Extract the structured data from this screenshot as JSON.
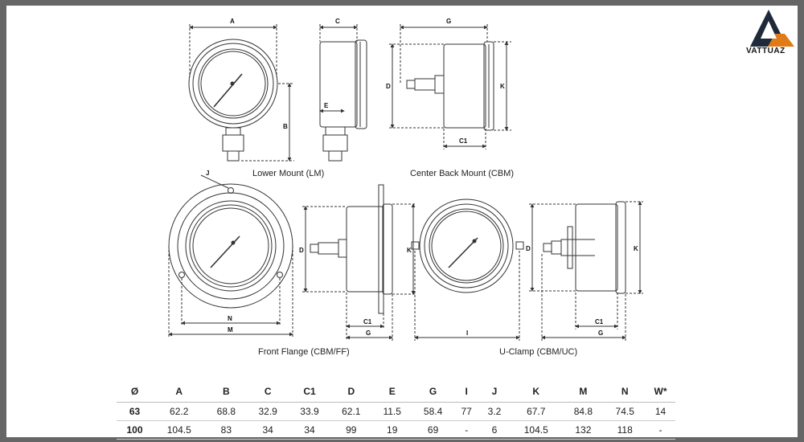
{
  "brand": {
    "name": "VATTUAZ",
    "accent": "#e07b1a",
    "dark": "#1e2a3a"
  },
  "captions": {
    "lower_mount": "Lower Mount (LM)",
    "center_back": "Center Back Mount (CBM)",
    "front_flange": "Front Flange (CBM/FF)",
    "u_clamp": "U-Clamp (CBM/UC)"
  },
  "dims": {
    "A": "A",
    "B": "B",
    "C": "C",
    "C1": "C1",
    "D": "D",
    "E": "E",
    "G": "G",
    "I": "I",
    "J": "J",
    "K": "K",
    "M": "M",
    "N": "N"
  },
  "table": {
    "headers": [
      "Ø",
      "A",
      "B",
      "C",
      "C1",
      "D",
      "E",
      "G",
      "I",
      "J",
      "K",
      "M",
      "N",
      "W*"
    ],
    "rows": [
      [
        "63",
        "62.2",
        "68.8",
        "32.9",
        "33.9",
        "62.1",
        "11.5",
        "58.4",
        "77",
        "3.2",
        "67.7",
        "84.8",
        "74.5",
        "14"
      ],
      [
        "100",
        "104.5",
        "83",
        "34",
        "34",
        "99",
        "19",
        "69",
        "-",
        "6",
        "104.5",
        "132",
        "118",
        "-"
      ]
    ]
  }
}
